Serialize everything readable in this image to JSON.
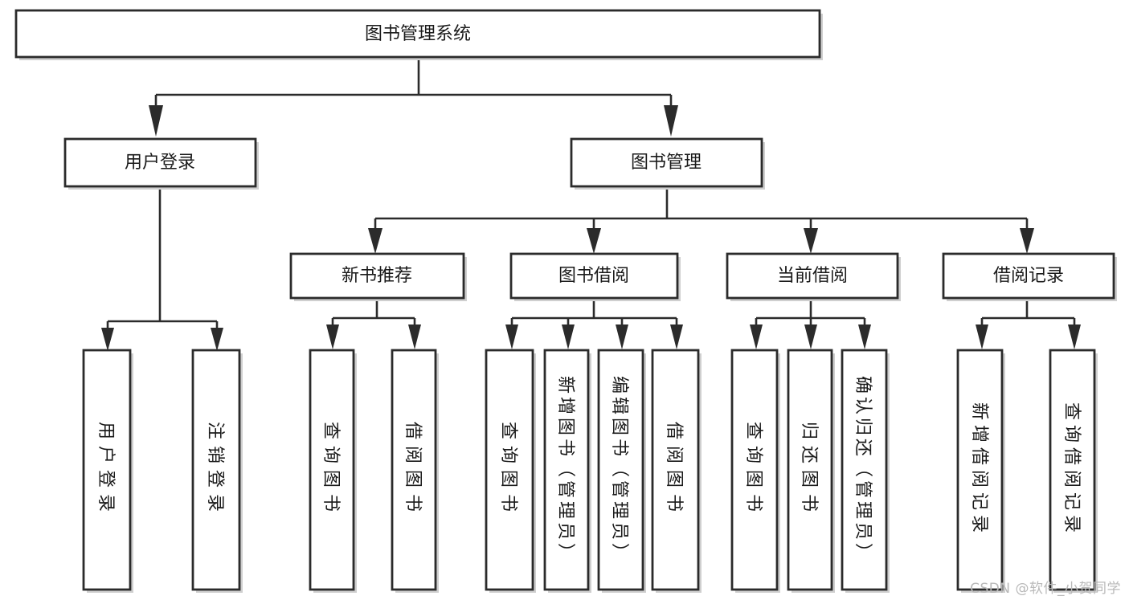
{
  "diagram": {
    "type": "hierarchy-tree",
    "title": "图书管理系统",
    "orientation": "top-down",
    "colors": {
      "box_stroke": "#2b2b2b",
      "box_fill": "#ffffff",
      "connector": "#2b2b2b",
      "shadow": "#cfcfcf",
      "text": "#1a1a1a",
      "watermark": "#b9b9b9"
    }
  },
  "root": {
    "id": "root",
    "label": "图书管理系统"
  },
  "level2": [
    {
      "id": "user-login",
      "label": "用户登录"
    },
    {
      "id": "book-management",
      "label": "图书管理"
    }
  ],
  "level3": [
    {
      "id": "new-book-recommend",
      "label": "新书推荐",
      "parent": "book-management"
    },
    {
      "id": "book-borrow",
      "label": "图书借阅",
      "parent": "book-management"
    },
    {
      "id": "current-borrow",
      "label": "当前借阅",
      "parent": "book-management"
    },
    {
      "id": "borrow-record",
      "label": "借阅记录",
      "parent": "book-management"
    }
  ],
  "leaves": {
    "user-login": [
      {
        "id": "leaf-user-login",
        "label": "用户登录"
      },
      {
        "id": "leaf-user-logout",
        "label": "注销登录"
      }
    ],
    "new-book-recommend": [
      {
        "id": "leaf-query-book-1",
        "label": "查询图书"
      },
      {
        "id": "leaf-borrow-book-1",
        "label": "借阅图书"
      }
    ],
    "book-borrow": [
      {
        "id": "leaf-query-book-2",
        "label": "查询图书"
      },
      {
        "id": "leaf-add-book",
        "label": "新增图书（管理员）"
      },
      {
        "id": "leaf-edit-book",
        "label": "编辑图书（管理员）"
      },
      {
        "id": "leaf-borrow-book-2",
        "label": "借阅图书"
      }
    ],
    "current-borrow": [
      {
        "id": "leaf-query-book-3",
        "label": "查询图书"
      },
      {
        "id": "leaf-return-book",
        "label": "归还图书"
      },
      {
        "id": "leaf-confirm-return",
        "label": "确认归还（管理员）"
      }
    ],
    "borrow-record": [
      {
        "id": "leaf-add-record",
        "label": "新增借阅记录"
      },
      {
        "id": "leaf-query-record",
        "label": "查询借阅记录"
      }
    ]
  },
  "watermark": {
    "text": "CSDN @软件_小贺同学"
  }
}
